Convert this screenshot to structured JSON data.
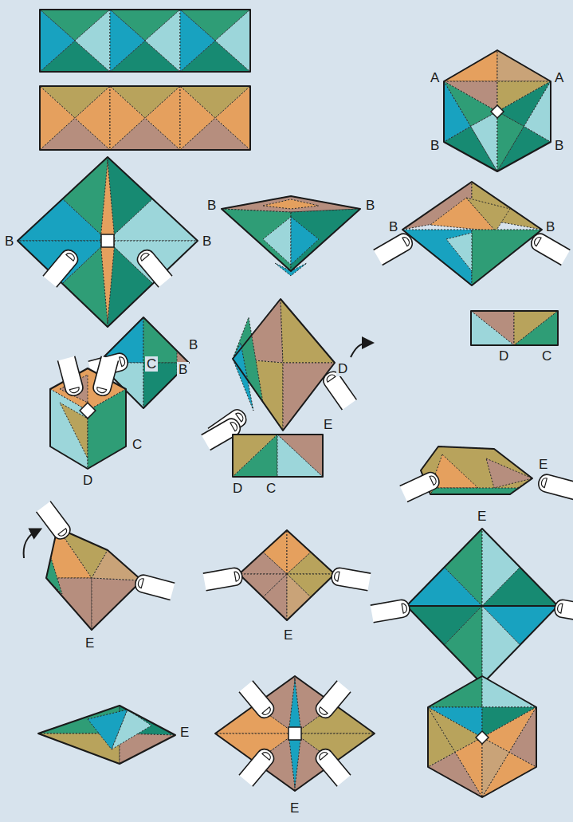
{
  "diagram": {
    "labels": [
      "A",
      "A",
      "B",
      "B",
      "B",
      "B",
      "B",
      "B",
      "B",
      "B",
      "B",
      "C",
      "B",
      "D",
      "D",
      "C",
      "C",
      "D",
      "E",
      "D",
      "C",
      "E",
      "E",
      "E",
      "E",
      "E",
      "E"
    ]
  }
}
